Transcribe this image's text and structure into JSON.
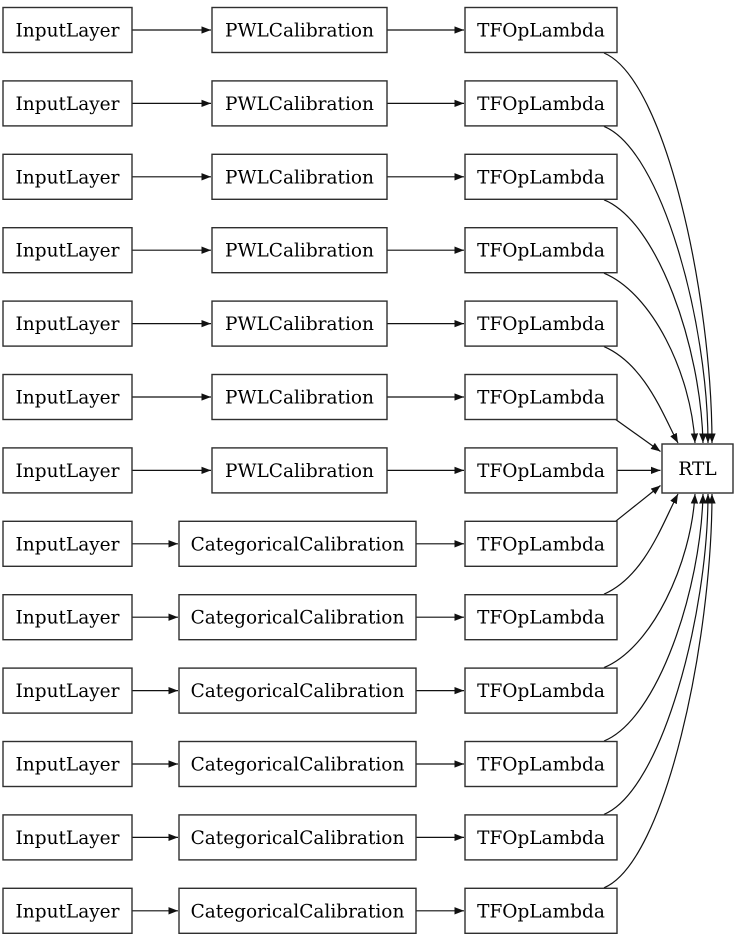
{
  "diagram": {
    "kind": "model-graph",
    "sink": {
      "label": "RTL"
    },
    "rows": [
      {
        "input": "InputLayer",
        "calibration": "PWLCalibration",
        "output": "TFOpLambda"
      },
      {
        "input": "InputLayer",
        "calibration": "PWLCalibration",
        "output": "TFOpLambda"
      },
      {
        "input": "InputLayer",
        "calibration": "PWLCalibration",
        "output": "TFOpLambda"
      },
      {
        "input": "InputLayer",
        "calibration": "PWLCalibration",
        "output": "TFOpLambda"
      },
      {
        "input": "InputLayer",
        "calibration": "PWLCalibration",
        "output": "TFOpLambda"
      },
      {
        "input": "InputLayer",
        "calibration": "PWLCalibration",
        "output": "TFOpLambda"
      },
      {
        "input": "InputLayer",
        "calibration": "PWLCalibration",
        "output": "TFOpLambda"
      },
      {
        "input": "InputLayer",
        "calibration": "CategoricalCalibration",
        "output": "TFOpLambda"
      },
      {
        "input": "InputLayer",
        "calibration": "CategoricalCalibration",
        "output": "TFOpLambda"
      },
      {
        "input": "InputLayer",
        "calibration": "CategoricalCalibration",
        "output": "TFOpLambda"
      },
      {
        "input": "InputLayer",
        "calibration": "CategoricalCalibration",
        "output": "TFOpLambda"
      },
      {
        "input": "InputLayer",
        "calibration": "CategoricalCalibration",
        "output": "TFOpLambda"
      },
      {
        "input": "InputLayer",
        "calibration": "CategoricalCalibration",
        "output": "TFOpLambda"
      }
    ],
    "colors": {
      "background": "#ffffff",
      "node_fill": "#ffffff",
      "node_border": "#2f2f2f",
      "edge": "#111111",
      "text": "#000000"
    }
  }
}
